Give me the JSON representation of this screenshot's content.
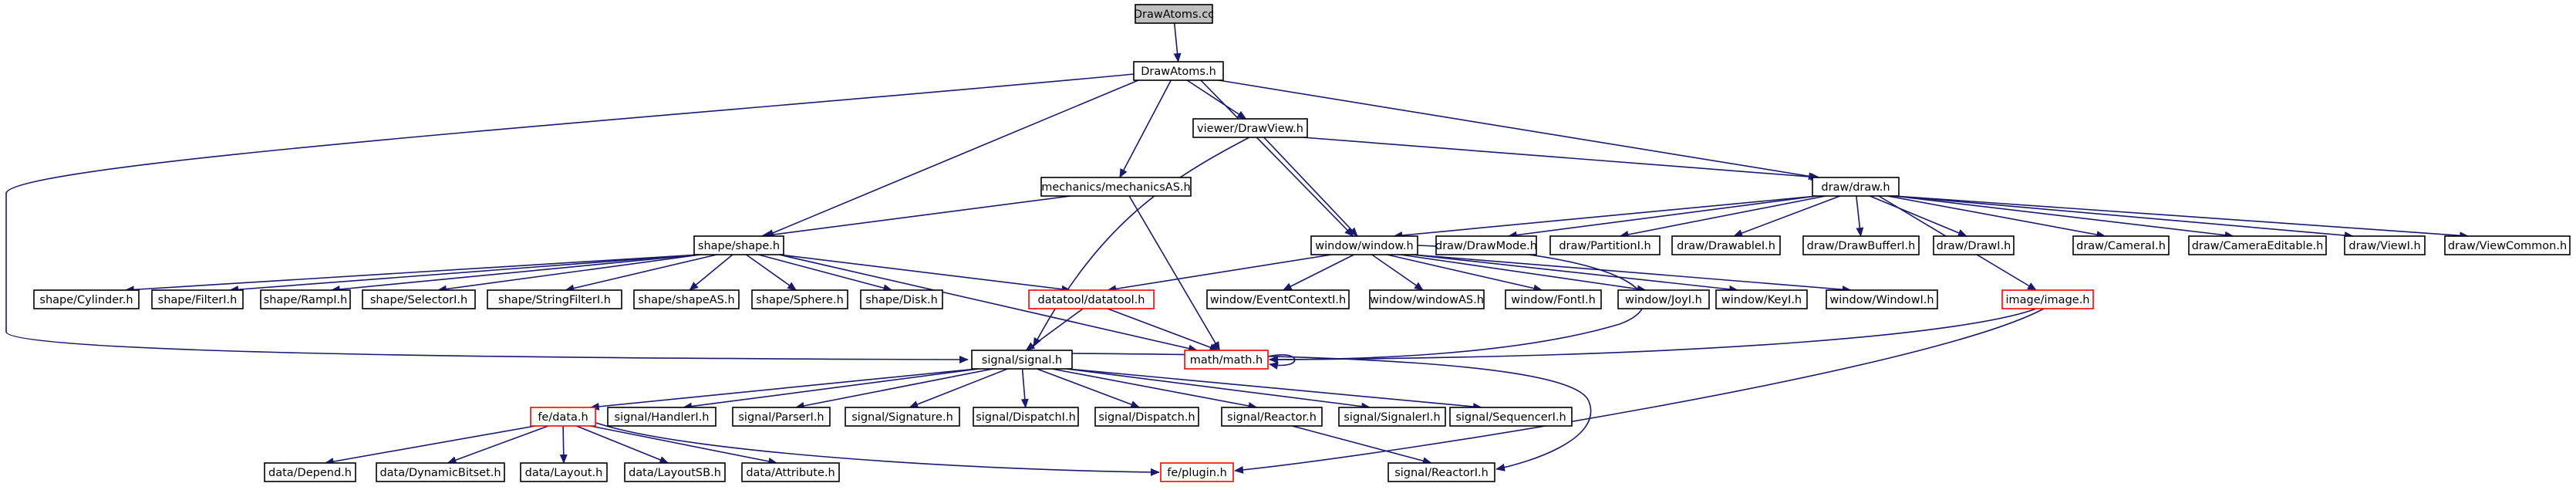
{
  "diagram": {
    "colors": {
      "edge": "#191970",
      "arrowhead": "#191970",
      "node_border": "#000000",
      "incomplete_border": "#ff0000",
      "root_fill": "#bfbfbf",
      "node_fill": "#ffffff"
    },
    "nodes": [
      {
        "id": "n_drawatoms_cc",
        "label": "DrawAtoms.cc",
        "style": "root"
      },
      {
        "id": "n_drawatoms_h",
        "label": "DrawAtoms.h",
        "style": "normal"
      },
      {
        "id": "n_viewer_drawview",
        "label": "viewer/DrawView.h",
        "style": "normal"
      },
      {
        "id": "n_draw_draw",
        "label": "draw/draw.h",
        "style": "normal"
      },
      {
        "id": "n_mechanics",
        "label": "mechanics/mechanicsAS.h",
        "style": "normal"
      },
      {
        "id": "n_shape_shape",
        "label": "shape/shape.h",
        "style": "normal"
      },
      {
        "id": "n_window_window",
        "label": "window/window.h",
        "style": "normal"
      },
      {
        "id": "n_draw_drawmode",
        "label": "draw/DrawMode.h",
        "style": "normal"
      },
      {
        "id": "n_draw_partitioni",
        "label": "draw/PartitionI.h",
        "style": "normal"
      },
      {
        "id": "n_draw_drawablei",
        "label": "draw/DrawableI.h",
        "style": "normal"
      },
      {
        "id": "n_draw_drawbufferi",
        "label": "draw/DrawBufferI.h",
        "style": "normal"
      },
      {
        "id": "n_draw_drawi",
        "label": "draw/DrawI.h",
        "style": "normal"
      },
      {
        "id": "n_draw_camerai",
        "label": "draw/CameraI.h",
        "style": "normal"
      },
      {
        "id": "n_draw_cameraeditable",
        "label": "draw/CameraEditable.h",
        "style": "normal"
      },
      {
        "id": "n_draw_viewi",
        "label": "draw/ViewI.h",
        "style": "normal"
      },
      {
        "id": "n_draw_viewcommon",
        "label": "draw/ViewCommon.h",
        "style": "normal"
      },
      {
        "id": "n_shape_cylinder",
        "label": "shape/Cylinder.h",
        "style": "normal"
      },
      {
        "id": "n_shape_filteri",
        "label": "shape/FilterI.h",
        "style": "normal"
      },
      {
        "id": "n_shape_rampi",
        "label": "shape/RampI.h",
        "style": "normal"
      },
      {
        "id": "n_shape_selectori",
        "label": "shape/SelectorI.h",
        "style": "normal"
      },
      {
        "id": "n_shape_stringfilteri",
        "label": "shape/StringFilterI.h",
        "style": "normal"
      },
      {
        "id": "n_shape_shapeas",
        "label": "shape/shapeAS.h",
        "style": "normal"
      },
      {
        "id": "n_shape_sphere",
        "label": "shape/Sphere.h",
        "style": "normal"
      },
      {
        "id": "n_shape_disk",
        "label": "shape/Disk.h",
        "style": "normal"
      },
      {
        "id": "n_datatool",
        "label": "datatool/datatool.h",
        "style": "incomplete"
      },
      {
        "id": "n_window_eventcontexti",
        "label": "window/EventContextI.h",
        "style": "normal"
      },
      {
        "id": "n_window_windowas",
        "label": "window/windowAS.h",
        "style": "normal"
      },
      {
        "id": "n_window_fonti",
        "label": "window/FontI.h",
        "style": "normal"
      },
      {
        "id": "n_window_joyi",
        "label": "window/JoyI.h",
        "style": "normal"
      },
      {
        "id": "n_window_keyi",
        "label": "window/KeyI.h",
        "style": "normal"
      },
      {
        "id": "n_window_windowi",
        "label": "window/WindowI.h",
        "style": "normal"
      },
      {
        "id": "n_image_image",
        "label": "image/image.h",
        "style": "incomplete"
      },
      {
        "id": "n_signal_signal",
        "label": "signal/signal.h",
        "style": "normal"
      },
      {
        "id": "n_math_math",
        "label": "math/math.h",
        "style": "incomplete"
      },
      {
        "id": "n_fe_data",
        "label": "fe/data.h",
        "style": "incomplete"
      },
      {
        "id": "n_signal_handleri",
        "label": "signal/HandlerI.h",
        "style": "normal"
      },
      {
        "id": "n_signal_parseri",
        "label": "signal/ParserI.h",
        "style": "normal"
      },
      {
        "id": "n_signal_signature",
        "label": "signal/Signature.h",
        "style": "normal"
      },
      {
        "id": "n_signal_dispatchi",
        "label": "signal/DispatchI.h",
        "style": "normal"
      },
      {
        "id": "n_signal_dispatch",
        "label": "signal/Dispatch.h",
        "style": "normal"
      },
      {
        "id": "n_signal_reactor",
        "label": "signal/Reactor.h",
        "style": "normal"
      },
      {
        "id": "n_signal_signaleri",
        "label": "signal/SignalerI.h",
        "style": "normal"
      },
      {
        "id": "n_signal_sequenceri",
        "label": "signal/SequencerI.h",
        "style": "normal"
      },
      {
        "id": "n_data_depend",
        "label": "data/Depend.h",
        "style": "normal"
      },
      {
        "id": "n_data_dynamicbitset",
        "label": "data/DynamicBitset.h",
        "style": "normal"
      },
      {
        "id": "n_data_layout",
        "label": "data/Layout.h",
        "style": "normal"
      },
      {
        "id": "n_data_layoutsb",
        "label": "data/LayoutSB.h",
        "style": "normal"
      },
      {
        "id": "n_data_attribute",
        "label": "data/Attribute.h",
        "style": "normal"
      },
      {
        "id": "n_fe_plugin",
        "label": "fe/plugin.h",
        "style": "incomplete"
      },
      {
        "id": "n_signal_reactori",
        "label": "signal/ReactorI.h",
        "style": "normal"
      }
    ],
    "edges": [
      {
        "from": "n_drawatoms_cc",
        "to": "n_drawatoms_h"
      },
      {
        "from": "n_drawatoms_h",
        "to": "n_viewer_drawview"
      },
      {
        "from": "n_drawatoms_h",
        "to": "n_draw_draw"
      },
      {
        "from": "n_drawatoms_h",
        "to": "n_mechanics"
      },
      {
        "from": "n_drawatoms_h",
        "to": "n_shape_shape"
      },
      {
        "from": "n_drawatoms_h",
        "to": "n_window_window"
      },
      {
        "from": "n_drawatoms_h",
        "to": "n_signal_signal"
      },
      {
        "from": "n_viewer_drawview",
        "to": "n_draw_draw"
      },
      {
        "from": "n_viewer_drawview",
        "to": "n_window_window"
      },
      {
        "from": "n_viewer_drawview",
        "to": "n_signal_signal"
      },
      {
        "from": "n_mechanics",
        "to": "n_shape_shape"
      },
      {
        "from": "n_mechanics",
        "to": "n_math_math"
      },
      {
        "from": "n_draw_draw",
        "to": "n_window_window"
      },
      {
        "from": "n_draw_draw",
        "to": "n_draw_drawmode"
      },
      {
        "from": "n_draw_draw",
        "to": "n_draw_partitioni"
      },
      {
        "from": "n_draw_draw",
        "to": "n_draw_drawablei"
      },
      {
        "from": "n_draw_draw",
        "to": "n_draw_drawbufferi"
      },
      {
        "from": "n_draw_draw",
        "to": "n_draw_drawi"
      },
      {
        "from": "n_draw_draw",
        "to": "n_draw_camerai"
      },
      {
        "from": "n_draw_draw",
        "to": "n_draw_cameraeditable"
      },
      {
        "from": "n_draw_draw",
        "to": "n_draw_viewi"
      },
      {
        "from": "n_draw_draw",
        "to": "n_draw_viewcommon"
      },
      {
        "from": "n_draw_draw",
        "to": "n_image_image"
      },
      {
        "from": "n_shape_shape",
        "to": "n_shape_cylinder"
      },
      {
        "from": "n_shape_shape",
        "to": "n_shape_filteri"
      },
      {
        "from": "n_shape_shape",
        "to": "n_shape_rampi"
      },
      {
        "from": "n_shape_shape",
        "to": "n_shape_selectori"
      },
      {
        "from": "n_shape_shape",
        "to": "n_shape_stringfilteri"
      },
      {
        "from": "n_shape_shape",
        "to": "n_shape_shapeas"
      },
      {
        "from": "n_shape_shape",
        "to": "n_shape_sphere"
      },
      {
        "from": "n_shape_shape",
        "to": "n_shape_disk"
      },
      {
        "from": "n_shape_shape",
        "to": "n_datatool"
      },
      {
        "from": "n_shape_shape",
        "to": "n_math_math"
      },
      {
        "from": "n_window_window",
        "to": "n_datatool"
      },
      {
        "from": "n_window_window",
        "to": "n_window_eventcontexti"
      },
      {
        "from": "n_window_window",
        "to": "n_window_windowas"
      },
      {
        "from": "n_window_window",
        "to": "n_window_fonti"
      },
      {
        "from": "n_window_window",
        "to": "n_window_joyi"
      },
      {
        "from": "n_window_window",
        "to": "n_window_keyi"
      },
      {
        "from": "n_window_window",
        "to": "n_window_windowi"
      },
      {
        "from": "n_window_window",
        "to": "n_math_math"
      },
      {
        "from": "n_datatool",
        "to": "n_signal_signal"
      },
      {
        "from": "n_datatool",
        "to": "n_math_math"
      },
      {
        "from": "n_image_image",
        "to": "n_math_math"
      },
      {
        "from": "n_image_image",
        "to": "n_fe_plugin"
      },
      {
        "from": "n_math_math",
        "to": "n_math_math"
      },
      {
        "from": "n_signal_signal",
        "to": "n_fe_data"
      },
      {
        "from": "n_signal_signal",
        "to": "n_signal_handleri"
      },
      {
        "from": "n_signal_signal",
        "to": "n_signal_parseri"
      },
      {
        "from": "n_signal_signal",
        "to": "n_signal_signature"
      },
      {
        "from": "n_signal_signal",
        "to": "n_signal_dispatchi"
      },
      {
        "from": "n_signal_signal",
        "to": "n_signal_dispatch"
      },
      {
        "from": "n_signal_signal",
        "to": "n_signal_reactor"
      },
      {
        "from": "n_signal_signal",
        "to": "n_signal_signaleri"
      },
      {
        "from": "n_signal_signal",
        "to": "n_signal_sequenceri"
      },
      {
        "from": "n_signal_signal",
        "to": "n_signal_reactori"
      },
      {
        "from": "n_signal_reactor",
        "to": "n_signal_reactori"
      },
      {
        "from": "n_fe_data",
        "to": "n_data_depend"
      },
      {
        "from": "n_fe_data",
        "to": "n_data_dynamicbitset"
      },
      {
        "from": "n_fe_data",
        "to": "n_data_layout"
      },
      {
        "from": "n_fe_data",
        "to": "n_data_layoutsb"
      },
      {
        "from": "n_fe_data",
        "to": "n_data_attribute"
      },
      {
        "from": "n_fe_data",
        "to": "n_fe_plugin"
      }
    ]
  }
}
